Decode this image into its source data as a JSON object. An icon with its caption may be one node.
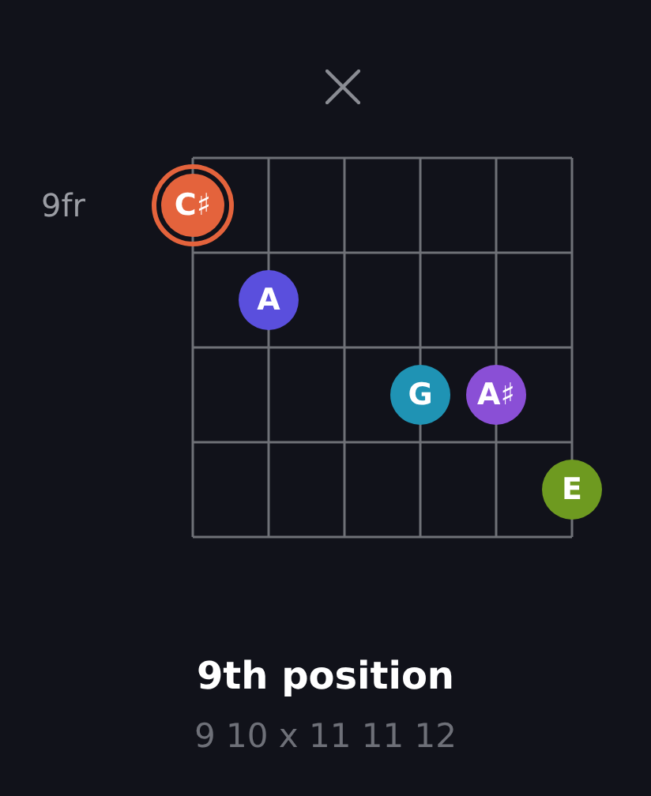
{
  "diagram": {
    "title": "9th position",
    "caption": "9 10 x 11 11 12",
    "nodes": [
      {
        "text": [
          "C♯"
        ]
      },
      {
        "text": [
          "A"
        ]
      },
      {
        "text": [
          "G"
        ]
      },
      {
        "text": [
          "A♯"
        ]
      },
      {
        "text": [
          "E"
        ]
      }
    ],
    "labels": [
      "9fr"
    ]
  }
}
